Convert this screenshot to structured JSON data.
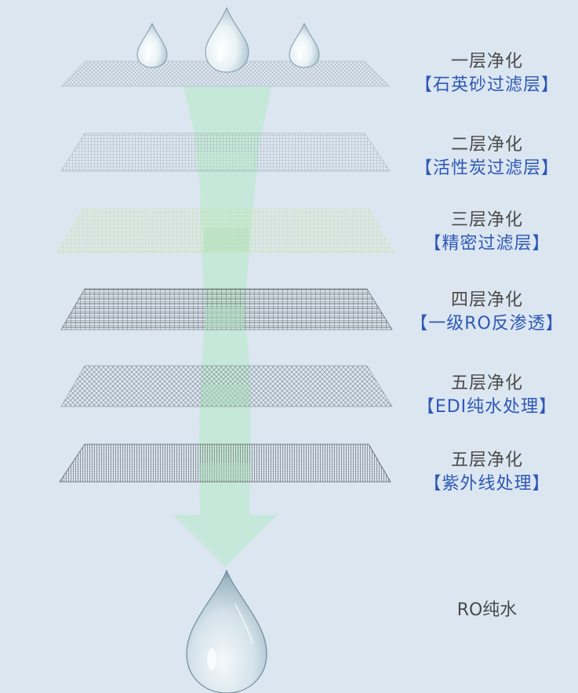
{
  "layers": [
    {
      "title": "一层净化",
      "subtitle": "【石英砂过滤层】"
    },
    {
      "title": "二层净化",
      "subtitle": "【活性炭过滤层】"
    },
    {
      "title": "三层净化",
      "subtitle": "【精密过滤层】"
    },
    {
      "title": "四层净化",
      "subtitle": "【一级RO反渗透】"
    },
    {
      "title": "五层净化",
      "subtitle": "【EDI纯水处理】"
    },
    {
      "title": "五层净化",
      "subtitle": "【紫外线处理】"
    }
  ],
  "output": {
    "label": "RO纯水"
  },
  "colors": {
    "background": "#dbe6f1",
    "title_text": "#4a4a4a",
    "subtitle_text": "#2f58b5",
    "flow_arrow": "#c2e8d6",
    "mesh_light": "#8f979f",
    "mesh_green": "#c7e39a",
    "mesh_dark": "#444444"
  },
  "icons": {
    "input_drops": "water-drop-icon",
    "output_drop": "water-drop-icon"
  }
}
